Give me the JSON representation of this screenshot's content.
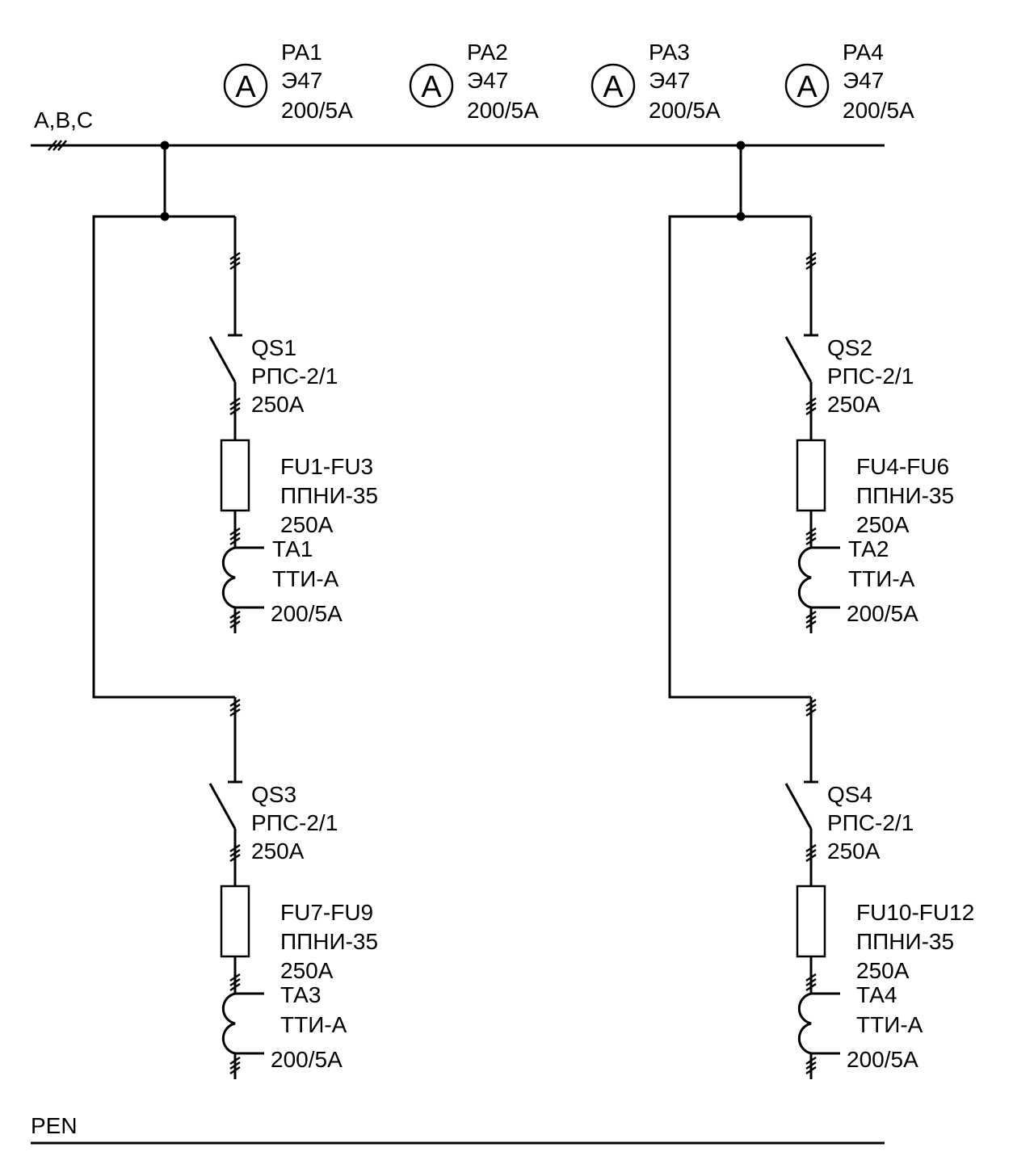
{
  "bus": {
    "phase_label": "A,B,C",
    "pen_label": "PEN"
  },
  "meters": [
    {
      "symbol": "A",
      "id": "PA1",
      "type": "Э47",
      "rating": "200/5A"
    },
    {
      "symbol": "A",
      "id": "PA2",
      "type": "Э47",
      "rating": "200/5A"
    },
    {
      "symbol": "A",
      "id": "PA3",
      "type": "Э47",
      "rating": "200/5A"
    },
    {
      "symbol": "A",
      "id": "PA4",
      "type": "Э47",
      "rating": "200/5A"
    }
  ],
  "switches": [
    {
      "id": "QS1",
      "type": "РПС-2/1",
      "rating": "250А"
    },
    {
      "id": "QS2",
      "type": "РПС-2/1",
      "rating": "250А"
    },
    {
      "id": "QS3",
      "type": "РПС-2/1",
      "rating": "250А"
    },
    {
      "id": "QS4",
      "type": "РПС-2/1",
      "rating": "250А"
    }
  ],
  "fuses": [
    {
      "id": "FU1-FU3",
      "type": "ППНИ-35",
      "rating": "250А"
    },
    {
      "id": "FU4-FU6",
      "type": "ППНИ-35",
      "rating": "250А"
    },
    {
      "id": "FU7-FU9",
      "type": "ППНИ-35",
      "rating": "250А"
    },
    {
      "id": "FU10-FU12",
      "type": "ППНИ-35",
      "rating": "250А"
    }
  ],
  "transformers": [
    {
      "id": "ТА1",
      "type": "ТТИ-А",
      "rating": "200/5А"
    },
    {
      "id": "ТА2",
      "type": "ТТИ-А",
      "rating": "200/5А"
    },
    {
      "id": "ТА3",
      "type": "ТТИ-А",
      "rating": "200/5А"
    },
    {
      "id": "ТА4",
      "type": "ТТИ-А",
      "rating": "200/5А"
    }
  ]
}
